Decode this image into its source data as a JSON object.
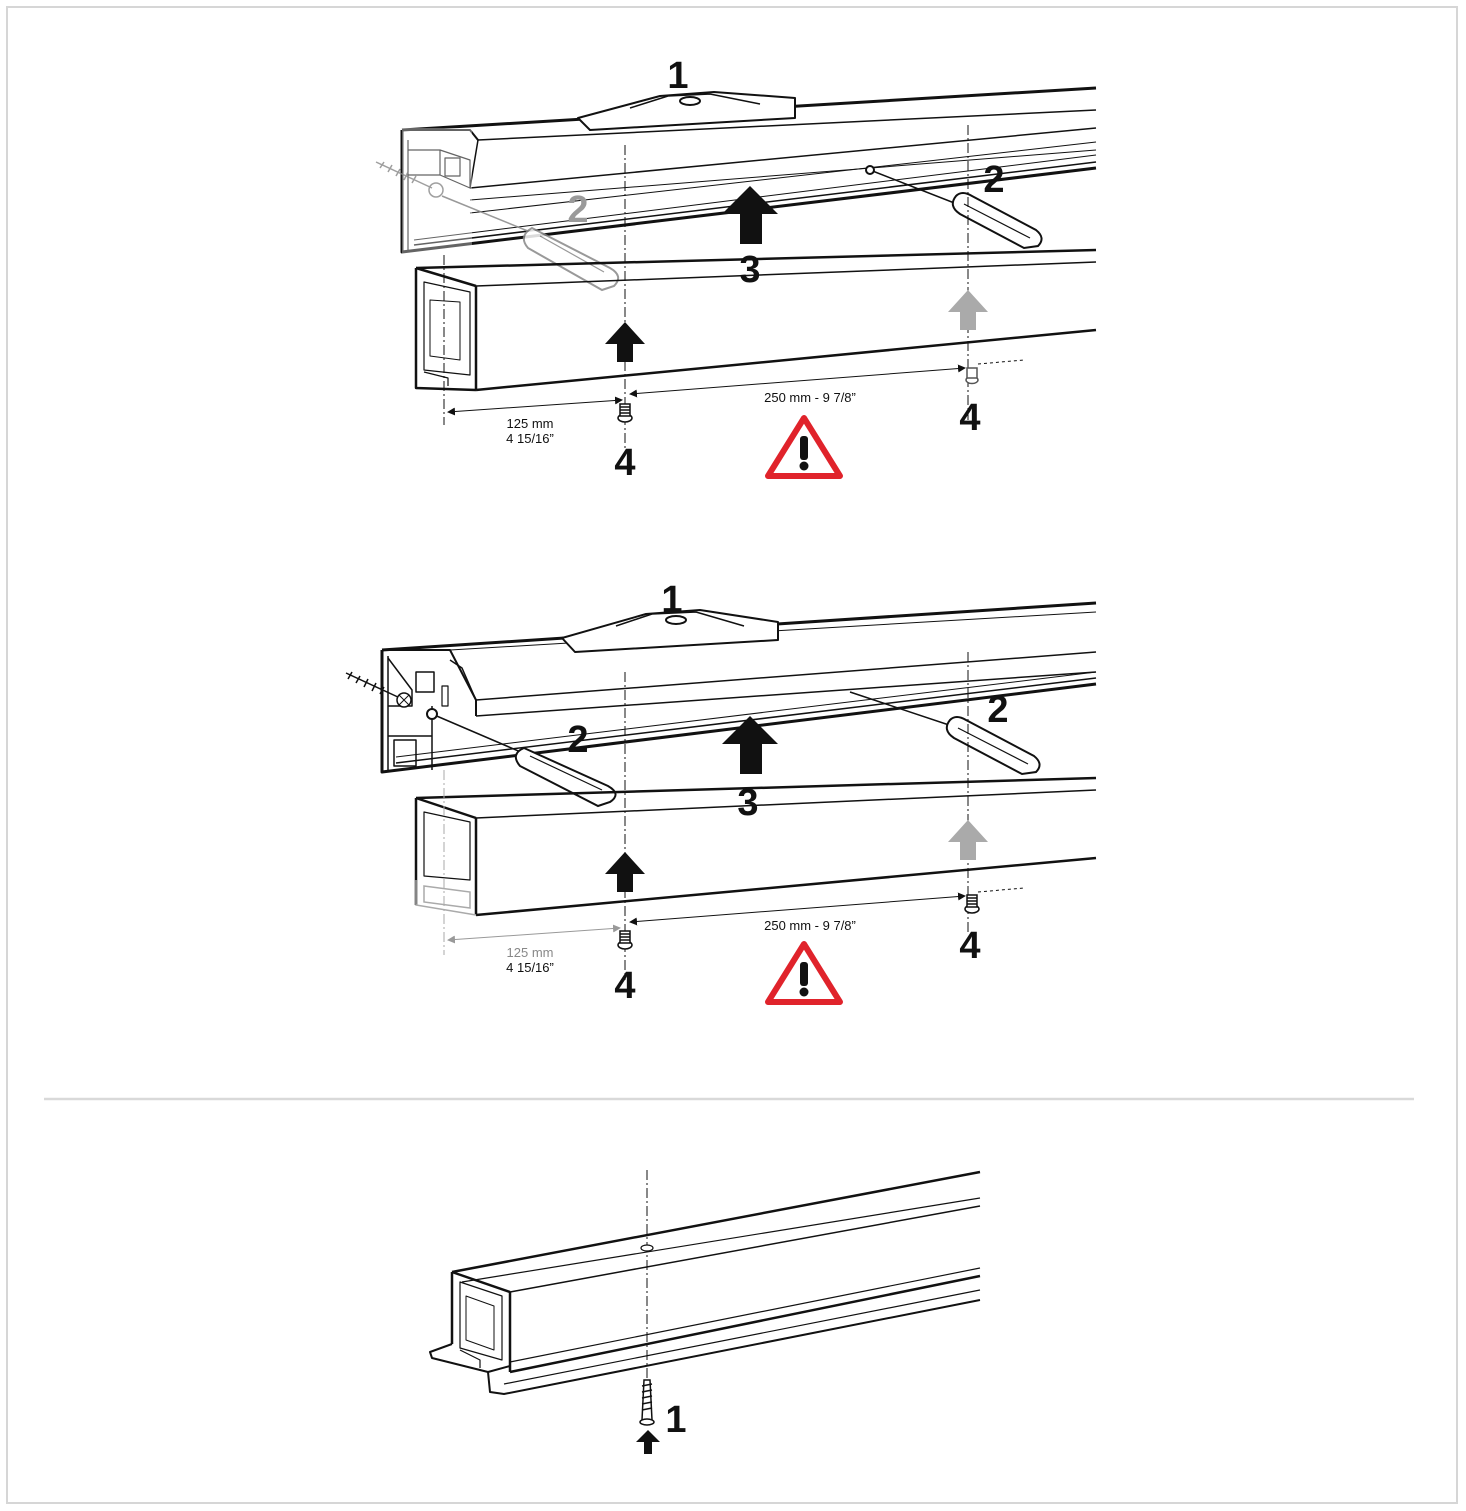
{
  "colors": {
    "frame_border": "#d6d6d6",
    "line": "#111111",
    "ghost": "#a8a8a8",
    "warning_red": "#e0232b",
    "divider": "#d9d9d9"
  },
  "panel1": {
    "step_level": "1",
    "step_screw_left": "2",
    "step_screw_right": "2",
    "step_lift": "3",
    "step_fix_left": "4",
    "step_fix_right": "4",
    "dim_edge_mm": "125 mm",
    "dim_edge_in": "4 15/16”",
    "dim_spacing": "250 mm - 9 7/8”",
    "warning_icon": "warning-triangle-icon"
  },
  "panel2": {
    "step_level": "1",
    "step_screw_left": "2",
    "step_screw_right": "2",
    "step_lift": "3",
    "step_fix_left": "4",
    "step_fix_right": "4",
    "dim_edge_mm": "125 mm",
    "dim_edge_in": "4 15/16”",
    "dim_spacing": "250 mm - 9 7/8”",
    "warning_icon": "warning-triangle-icon"
  },
  "panel3": {
    "step_screw": "1"
  }
}
